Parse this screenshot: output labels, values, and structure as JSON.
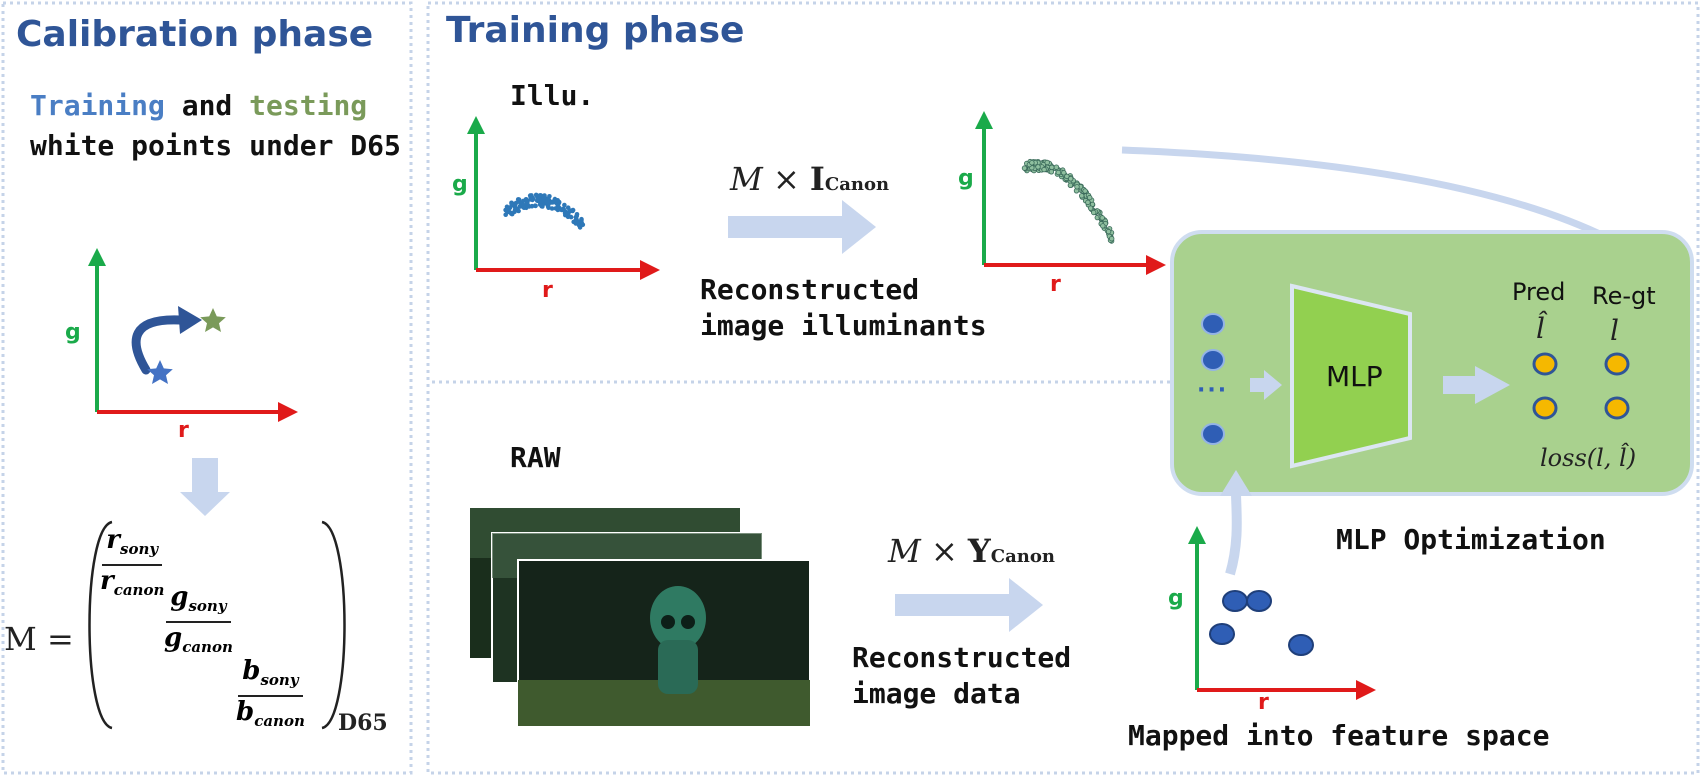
{
  "calibration": {
    "heading": "Calibration phase",
    "subtitle_word_training": "Training",
    "subtitle_word_and": " and ",
    "subtitle_word_testing": "testing",
    "subtitle_line2": "white points under D65",
    "axis_g": "g",
    "axis_r": "r",
    "matrix_lhs": "M =",
    "matrix_entries": [
      {
        "num": "r",
        "num_sub": "sony",
        "den": "r",
        "den_sub": "canon"
      },
      {
        "num": "g",
        "num_sub": "sony",
        "den": "g",
        "den_sub": "canon"
      },
      {
        "num": "b",
        "num_sub": "sony",
        "den": "b",
        "den_sub": "canon"
      }
    ],
    "matrix_subscript": "D65"
  },
  "training": {
    "heading": "Training phase",
    "illu_title": "Illu.",
    "raw_title": "RAW",
    "axis_g": "g",
    "axis_r": "r",
    "op1_M": "M",
    "op1_times": "×",
    "op1_I": "I",
    "op1_sub": "Canon",
    "op2_M": "M",
    "op2_times": "×",
    "op2_Y": "Y",
    "op2_sub": "Canon",
    "recon_illu_line1": "Reconstructed",
    "recon_illu_line2": "image illuminants",
    "recon_data_line1": "Reconstructed",
    "recon_data_line2": "image data",
    "mapped_caption": "Mapped into feature space",
    "mlp_label": "MLP",
    "pred_label": "Pred",
    "regt_label": "Re-gt",
    "pred_symbol": "l̂",
    "gt_symbol": "l",
    "loss_text": "loss(l, l̂)",
    "dots": "···",
    "mlp_caption": "MLP Optimization"
  },
  "colors": {
    "heading": "#2f5597",
    "training_word": "#4a7ec4",
    "testing_word": "#7a9a5a",
    "axis_g": "#1aaa4a",
    "axis_r": "#e01a1a",
    "scatter_blue": "#2e78b8",
    "scatter_teal": "#6aa89a",
    "feature_node": "#2f5eb5",
    "output_node": "#f5b800",
    "mlp_panel": "#a9d18e",
    "mlp_trapezoid": "#92d050",
    "flow_arrow": "#c8d6ee"
  }
}
